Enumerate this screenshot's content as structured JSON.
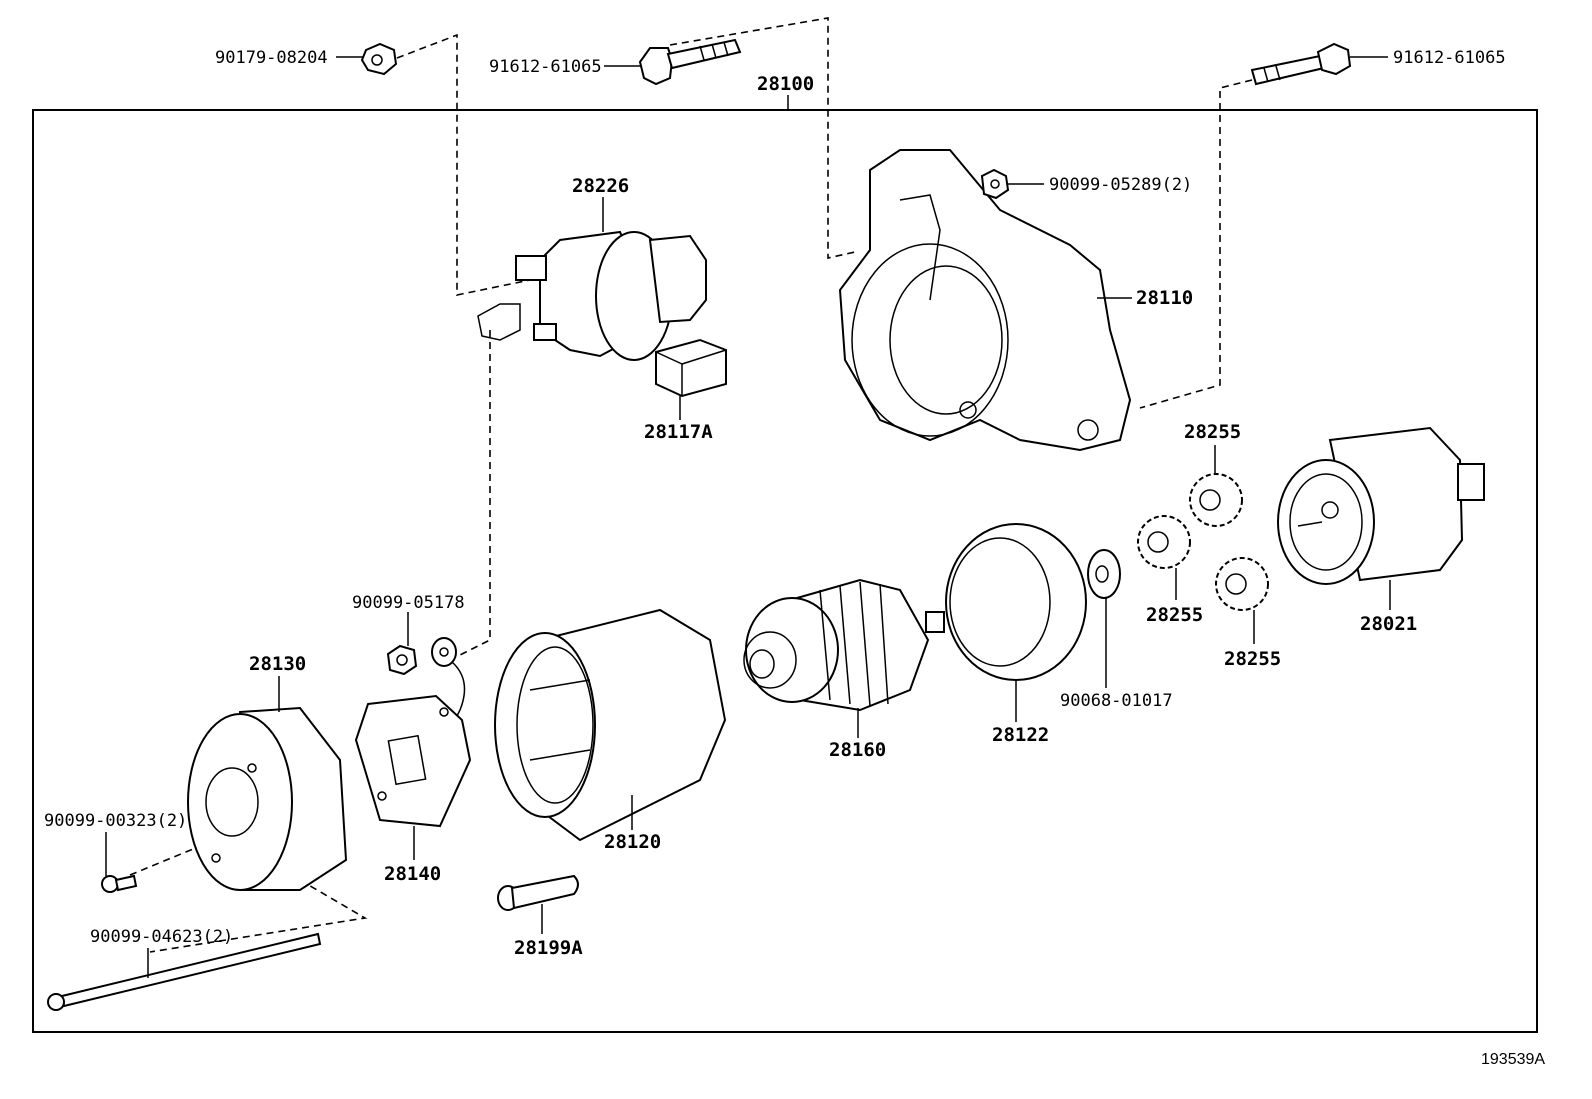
{
  "diagram_id": "193539A",
  "assembly": "28100",
  "callouts": [
    {
      "key": "c_90179_08204",
      "text": "90179-08204"
    },
    {
      "key": "c_91612_61065_a",
      "text": "91612-61065"
    },
    {
      "key": "c_28100",
      "text": "28100"
    },
    {
      "key": "c_91612_61065_b",
      "text": "91612-61065"
    },
    {
      "key": "c_28226",
      "text": "28226"
    },
    {
      "key": "c_90099_05289",
      "text": "90099-05289(2)"
    },
    {
      "key": "c_28110",
      "text": "28110"
    },
    {
      "key": "c_28117A",
      "text": "28117A"
    },
    {
      "key": "c_28255_a",
      "text": "28255"
    },
    {
      "key": "c_28255_b",
      "text": "28255"
    },
    {
      "key": "c_28255_c",
      "text": "28255"
    },
    {
      "key": "c_28021",
      "text": "28021"
    },
    {
      "key": "c_90099_05178",
      "text": "90099-05178"
    },
    {
      "key": "c_28130",
      "text": "28130"
    },
    {
      "key": "c_90068_01017",
      "text": "90068-01017"
    },
    {
      "key": "c_28122",
      "text": "28122"
    },
    {
      "key": "c_28160",
      "text": "28160"
    },
    {
      "key": "c_28120",
      "text": "28120"
    },
    {
      "key": "c_90099_00323",
      "text": "90099-00323(2)"
    },
    {
      "key": "c_28140",
      "text": "28140"
    },
    {
      "key": "c_90099_04623",
      "text": "90099-04623(2)"
    },
    {
      "key": "c_28199A",
      "text": "28199A"
    }
  ]
}
